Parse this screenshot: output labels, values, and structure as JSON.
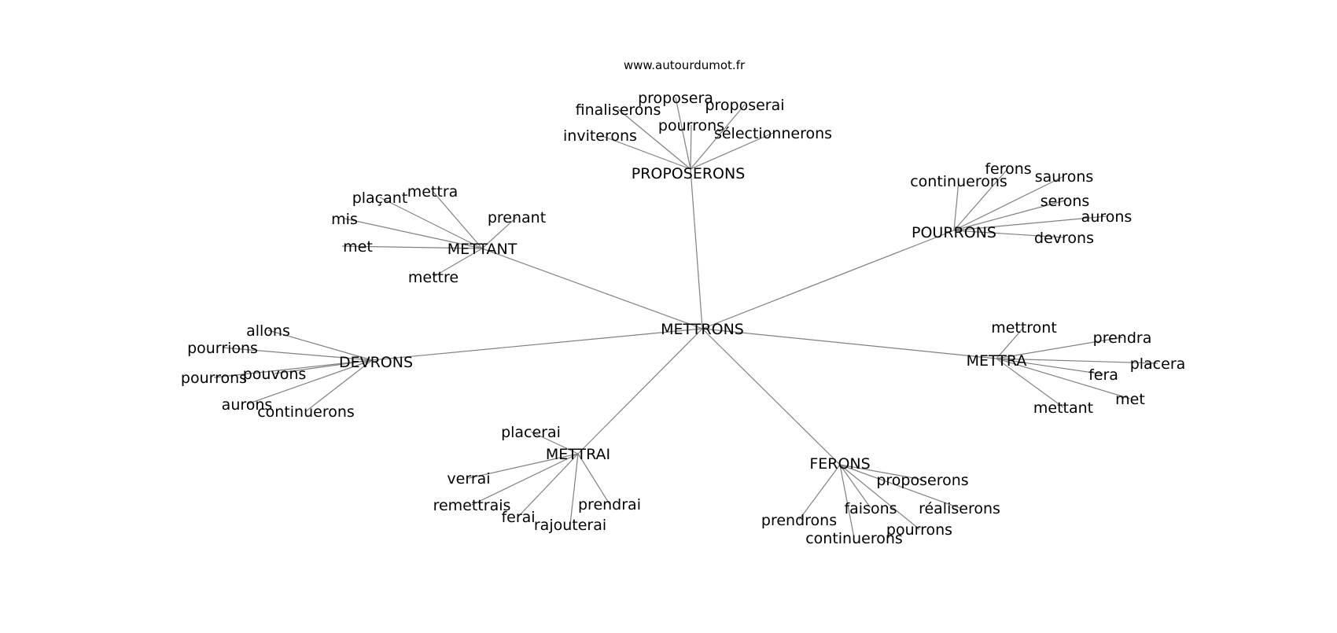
{
  "site": "www.autourdumot.fr",
  "colors": {
    "edge": "#808080",
    "text": "#000000",
    "background": "#ffffff"
  },
  "graph": {
    "center": "METTRONS",
    "clusters": [
      {
        "hub": "PROPOSERONS",
        "leaves": [
          "proposera",
          "proposerai",
          "finaliserons",
          "pourrons",
          "inviterons",
          "sélectionnerons"
        ]
      },
      {
        "hub": "METTANT",
        "leaves": [
          "plaçant",
          "mettra",
          "mis",
          "prenant",
          "met",
          "mettre"
        ]
      },
      {
        "hub": "POURRONS",
        "leaves": [
          "ferons",
          "continuerons",
          "saurons",
          "serons",
          "aurons",
          "devrons"
        ]
      },
      {
        "hub": "DEVRONS",
        "leaves": [
          "allons",
          "pourrions",
          "pourrons",
          "pouvons",
          "aurons",
          "continuerons"
        ]
      },
      {
        "hub": "METTRA",
        "leaves": [
          "mettront",
          "prendra",
          "placera",
          "fera",
          "met",
          "mettant"
        ]
      },
      {
        "hub": "METTRAI",
        "leaves": [
          "placerai",
          "verrai",
          "remettrais",
          "prendrai",
          "ferai",
          "rajouterai"
        ]
      },
      {
        "hub": "FERONS",
        "leaves": [
          "proposerons",
          "prendrons",
          "faisons",
          "réaliserons",
          "pourrons",
          "continuerons"
        ]
      }
    ]
  }
}
